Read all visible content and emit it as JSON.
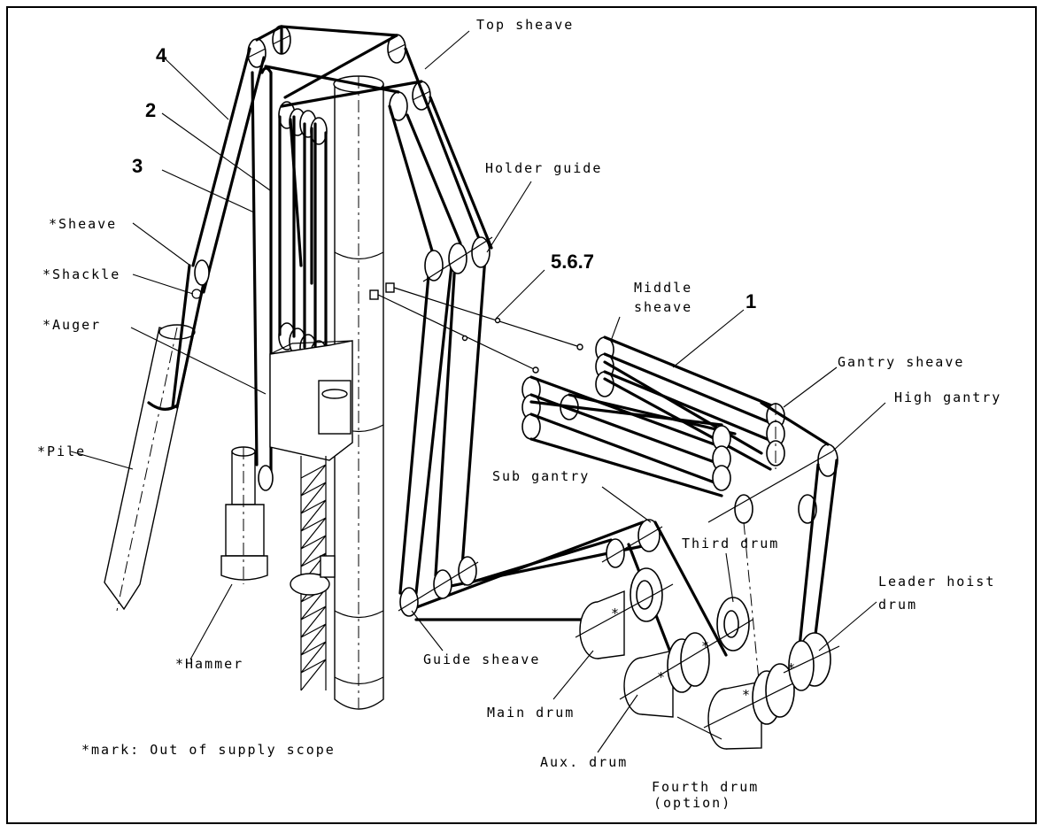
{
  "labels": {
    "top_sheave": "Top sheave",
    "holder_guide": "Holder guide",
    "middle_sheave_1": "Middle",
    "middle_sheave_2": "sheave",
    "gantry_sheave": "Gantry sheave",
    "high_gantry": "High gantry",
    "sub_gantry": "Sub gantry",
    "third_drum": "Third drum",
    "leader_hoist_drum_1": "Leader hoist",
    "leader_hoist_drum_2": "drum",
    "guide_sheave": "Guide sheave",
    "main_drum": "Main drum",
    "aux_drum": "Aux. drum",
    "fourth_drum_1": "Fourth drum",
    "fourth_drum_2": "(option)",
    "sheave": "*Sheave",
    "shackle": "*Shackle",
    "auger": "*Auger",
    "pile": "*Pile",
    "hammer": "*Hammer",
    "footnote": "*mark: Out of supply scope"
  },
  "rope_numbers": {
    "n1": "1",
    "n2": "2",
    "n3": "3",
    "n4": "4",
    "n567": "5.6.7"
  },
  "drum_marks": {
    "star": "*"
  }
}
